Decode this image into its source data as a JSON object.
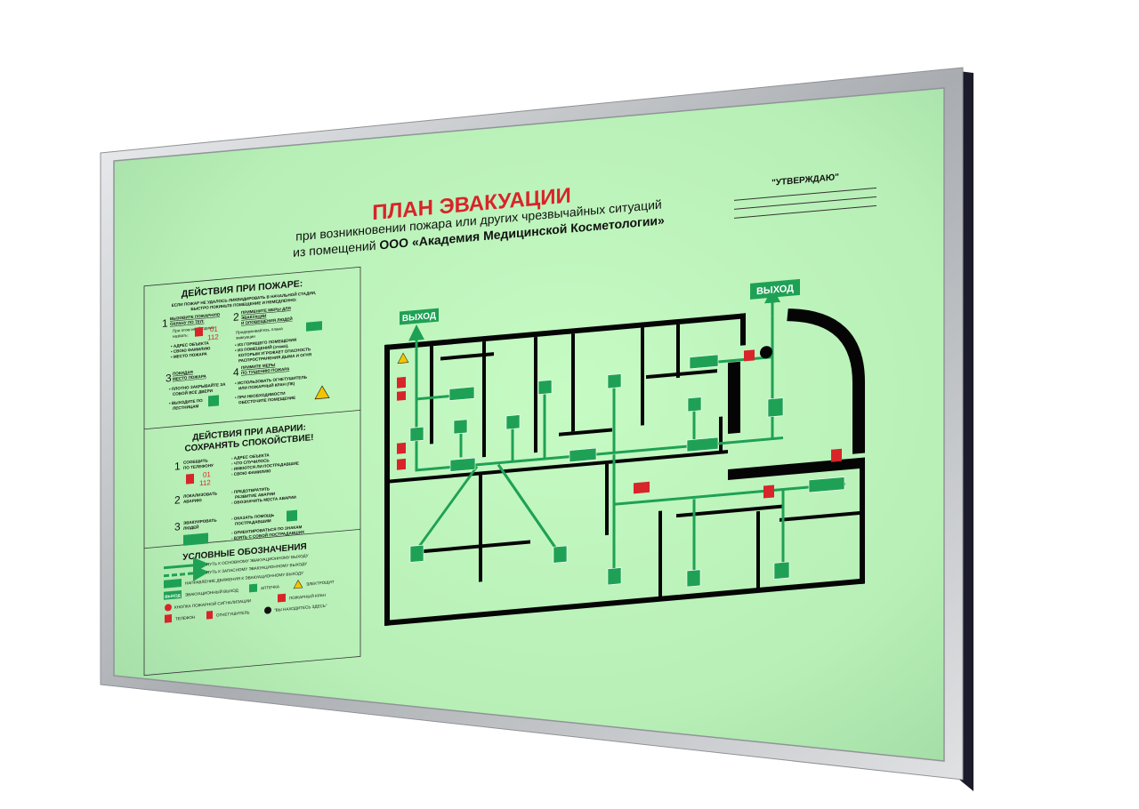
{
  "header": {
    "title": "ПЛАН ЭВАКУАЦИИ",
    "subtitle_line1": "при возникновении пожара или других чрезвычайных ситуаций",
    "subtitle_line2_prefix": "из помещений ",
    "subtitle_line2_org": "ООО «Академия Медицинской Косметологии»",
    "approve": "\"УТВЕРЖДАЮ\""
  },
  "fire_actions": {
    "title": "ДЕЙСТВИЯ ПРИ ПОЖАРЕ:",
    "intro1": "ЕСЛИ ПОЖАР НЕ УДАЛОСЬ ЛИКВИДИРОВАТЬ В НАЧАЛЬНОЙ СТАДИИ,",
    "intro2": "БЫСТРО ПОКИНЬТЕ ПОМЕЩЕНИЕ И НЕМЕДЛЕННО:",
    "step1_num": "1",
    "step1_title1": "ВЫЗОВИТЕ ПОЖАРНУЮ",
    "step1_title2": "ОХРАНУ ПО ТЕЛ:",
    "step1_note1": "При этом необходимо",
    "step1_note2": "назвать:",
    "phone_a": "01",
    "phone_b": "112",
    "step1_item1": "• АДРЕС ОБЪЕКТА",
    "step1_item2": "• СВОЮ ФАМИЛИЮ",
    "step1_item3": "• МЕСТО ПОЖАРА",
    "step2_num": "2",
    "step2_title1": "ПРИМЕНИТЕ МЕРЫ ДЛЯ",
    "step2_title2": "ЭВАКУАЦИИ",
    "step2_title3": "И ОПОВЕЩЕНИЯ ЛЮДЕЙ",
    "step2_note1": "Придерживайтесь плана",
    "step2_note2": "эвакуации",
    "step2_item1": "• ИЗ ГОРЯЩЕГО ПОМЕЩЕНИЯ",
    "step2_item2": "• ИЗ ПОМЕЩЕНИЙ (этажа),",
    "step2_item3": "КОТОРЫМ УГРОЖАЕТ ОПАСНОСТЬ",
    "step2_item4": "РАСПРОСТРАНЕНИЯ ДЫМА И ОГНЯ",
    "step3_num": "3",
    "step3_title1": "ПОКИДАЯ",
    "step3_title2": "МЕСТО ПОЖАРА",
    "step3_item1a": "• ПЛОТНО ЗАКРЫВАЙТЕ ЗА",
    "step3_item1b": "СОБОЙ ВСЕ ДВЕРИ",
    "step3_item2a": "• ВЫХОДИТЕ ПО",
    "step3_item2b": "ЛЕСТНИЦАМ",
    "step4_num": "4",
    "step4_title1": "ПРИМИТЕ МЕРЫ",
    "step4_title2": "ПО ТУШЕНИЮ ПОЖАРА",
    "step4_item1a": "• ИСПОЛЬЗОВАТЬ ОГНЕТУШИТЕЛЬ",
    "step4_item1b": "ИЛИ ПОЖАРНЫЙ КРАН (ПК)",
    "step4_item2a": "• ПРИ НЕОБХОДИМОСТИ",
    "step4_item2b": "ОБЕСТОЧИТЕ ПОМЕЩЕНИЕ"
  },
  "accident_actions": {
    "title1": "ДЕЙСТВИЯ ПРИ АВАРИИ:",
    "title2": "СОХРАНЯТЬ СПОКОЙСТВИЕ!",
    "s1_num": "1",
    "s1_a": "СООБЩИТЬ",
    "s1_b": "ПО ТЕЛЕФОНУ",
    "s1_r1": "- АДРЕС ОБЪЕКТА",
    "s1_r2": "- ЧТО СЛУЧИЛОСЬ",
    "s1_r3": "- ИМЕЮТСЯ ЛИ ПОСТРАДАВШИЕ",
    "s1_r4": "- СВОЮ ФАМИЛИЮ",
    "phone_a": "01",
    "phone_b": "112",
    "s2_num": "2",
    "s2_a": "ЛОКАЛИЗОВАТЬ",
    "s2_b": "АВАРИЮ",
    "s2_r1": "- ПРЕДОТВРАТИТЬ",
    "s2_r2": "РАЗВИТИЕ АВАРИИ",
    "s2_r3": "- ОБОЗНАЧИТЬ МЕСТА АВАРИИ",
    "s3_num": "3",
    "s3_a": "ЭВАКУИРОВАТЬ",
    "s3_b": "ЛЮДЕЙ",
    "s3_r1": "- ОКАЗАТЬ ПОМОЩЬ",
    "s3_r2": "ПОСТРАДАВШИМ",
    "s3_r3": "- ОРИЕНТИРОВАТЬСЯ ПО ЗНАКАМ",
    "s3_r4": "- ВЗЯТЬ С СОБОЙ ПОСТРАДАВШИХ"
  },
  "legend": {
    "title": "УСЛОВНЫЕ ОБОЗНАЧЕНИЯ",
    "main_route": "ПУТЬ К ОСНОВНОМУ ЭВАКУАЦИОННОМУ ВЫХОДУ",
    "spare_route": "ПУТЬ К ЗАПАСНОМУ ЭВАКУАЦИОННОМУ ВЫХОДУ",
    "direction": "НАПРАВЛЕНИЕ ДВИЖЕНИЯ К ЭВАКУАЦИОННОМУ ВЫХОДУ",
    "exit_sign": "ЭВАКУАЦИОННЫЙ ВЫХОД",
    "exit_sign_label": "ВЫХОД",
    "first_aid": "АПТЕЧКА",
    "electric": "ЭЛЕКТРОЩИТ",
    "alarm_button": "КНОПКА ПОЖАРНОЙ СИГНАЛИЗАЦИИ",
    "hydrant": "ПОЖАРНЫЙ КРАН",
    "phone": "ТЕЛЕФОН",
    "extinguisher": "ОГНЕТУШИТЕЛЬ",
    "you_are_here": "\"ВЫ НАХОДИТЕСЬ ЗДЕСЬ\""
  },
  "floorplan": {
    "exit_left": "ВЫХОД",
    "exit_right": "ВЫХОД"
  },
  "colors": {
    "board": "#bdf5bd",
    "frame": "#c4c6c8",
    "route": "#1fa155",
    "red": "#d7252a",
    "wall": "#050505"
  }
}
